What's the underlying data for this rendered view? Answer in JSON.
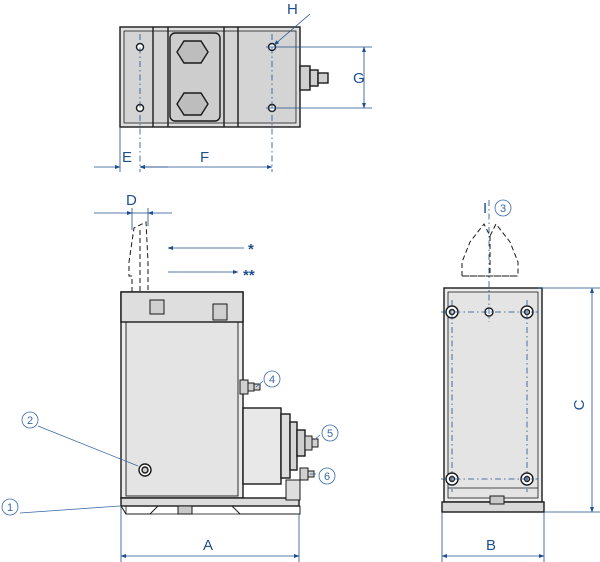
{
  "colors": {
    "dimension": "#1d4f8f",
    "outline": "#1a1a1a",
    "body_fill": "#ececec",
    "dark_fill": "#c4c4c4",
    "callout": "#3a68a8"
  },
  "dimensions": {
    "A": "A",
    "B": "B",
    "C": "C",
    "D": "D",
    "E": "E",
    "F": "F",
    "G": "G",
    "H": "H",
    "I": "I"
  },
  "callouts": {
    "c1": "1",
    "c2": "2",
    "c3": "3",
    "c4": "4",
    "c5": "5",
    "c6": "6"
  },
  "direction_marks": {
    "single": "*",
    "double": "**"
  },
  "icons": [
    "hex-nut-icon",
    "screw-head-icon",
    "hose-fitting-icon",
    "gripper-jaw-icon"
  ]
}
